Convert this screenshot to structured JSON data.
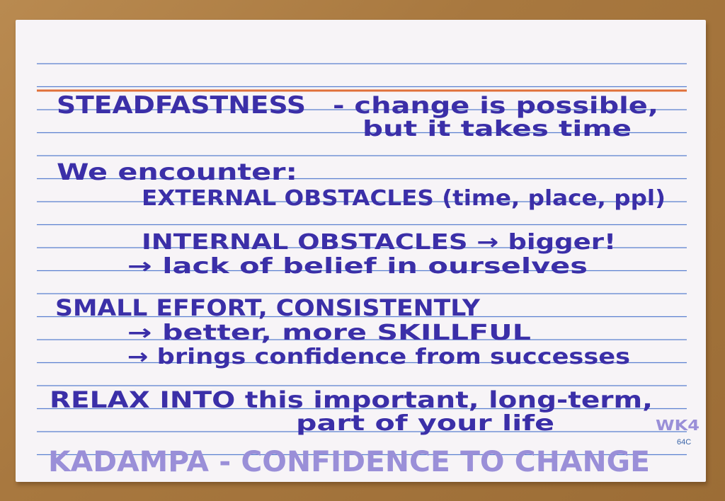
{
  "card": {
    "colors": {
      "card": "#f7f4f7",
      "ruled_line": "#5a7fd0",
      "header_line": "#e0703a",
      "ink": "#3b2fa8",
      "faded_ink": "#9a8fd8",
      "table": "#a8783f"
    },
    "lines": [
      {
        "text": "STEADFASTNESS"
      },
      {
        "text": "- change is possible,"
      },
      {
        "text": "but it takes time"
      },
      {
        "text": "We encounter:"
      },
      {
        "text": "EXTERNAL OBSTACLES (time, place, ppl)"
      },
      {
        "text": "INTERNAL OBSTACLES → bigger!"
      },
      {
        "text": "→ lack of belief in ourselves"
      },
      {
        "text": "SMALL EFFORT, CONSISTENTLY"
      },
      {
        "text": "→ better, more SKILLFUL"
      },
      {
        "text": "→ brings confidence from successes"
      },
      {
        "text": "RELAX INTO this important, long-term,"
      },
      {
        "text": "part of your life"
      }
    ],
    "footer": {
      "source": "KADAMPA - CONFIDENCE TO CHANGE",
      "tag": "WK4"
    },
    "card_number": "64C"
  }
}
